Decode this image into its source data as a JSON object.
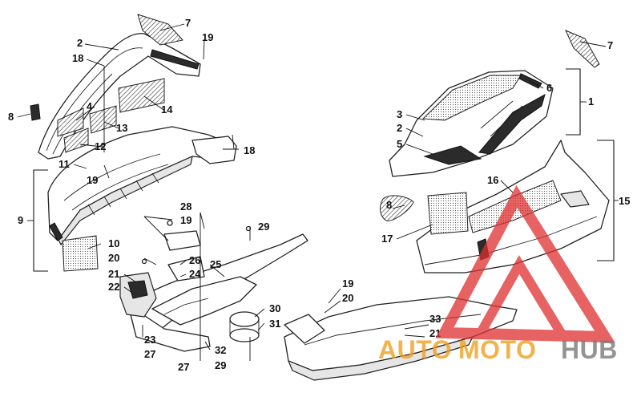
{
  "callouts": {
    "c1": "1",
    "c2a": "2",
    "c2b": "2",
    "c3": "3",
    "c4": "4",
    "c5": "5",
    "c6": "6",
    "c7a": "7",
    "c7b": "7",
    "c8a": "8",
    "c8b": "8",
    "c9": "9",
    "c10": "10",
    "c11": "11",
    "c12": "12",
    "c13": "13",
    "c14": "14",
    "c15": "15",
    "c16": "16",
    "c17": "17",
    "c18a": "18",
    "c18b": "18",
    "c19a": "19",
    "c19b": "19",
    "c19c": "19",
    "c19d": "19",
    "c20a": "20",
    "c20b": "20",
    "c21a": "21",
    "c21b": "21",
    "c22": "22",
    "c23": "23",
    "c24": "24",
    "c25": "25",
    "c26": "26",
    "c27a": "27",
    "c27b": "27",
    "c28": "28",
    "c29a": "29",
    "c29b": "29",
    "c30": "30",
    "c31": "31",
    "c32": "32",
    "c33": "33"
  },
  "watermark": {
    "auto": "AUTO",
    "moto": "MOTO",
    "hub": "HUB",
    "orange": "#f0a020",
    "grey": "#7a7a7a",
    "red": "#e03030"
  }
}
